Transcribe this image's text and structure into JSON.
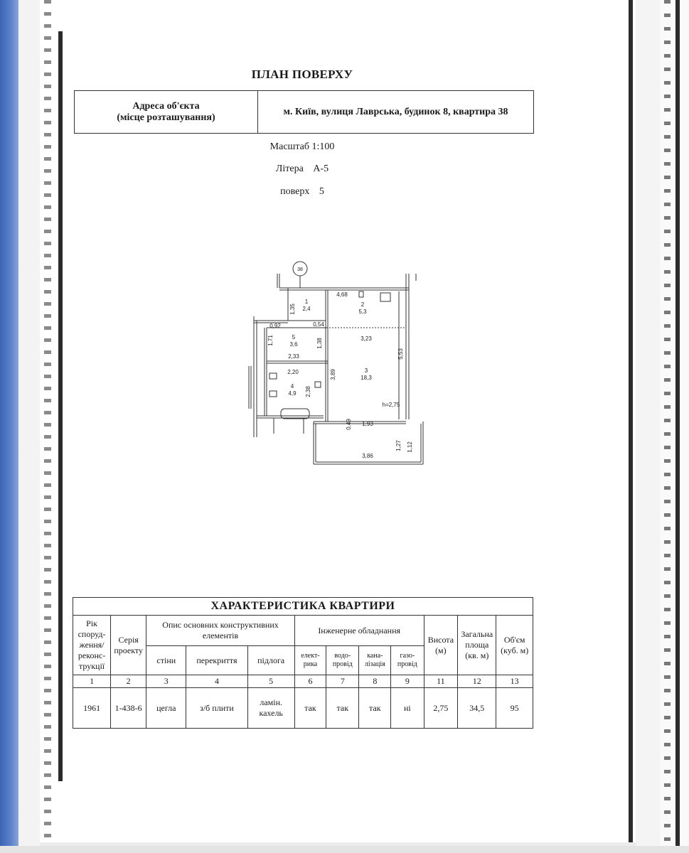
{
  "document": {
    "title": "ПЛАН ПОВЕРХУ",
    "address_label_line1": "Адреса об'єкта",
    "address_label_line2": "(місце розташування)",
    "address_value": "м. Київ, вулиця Лаврська, будинок 8, квартира 38",
    "scale_label": "Масштаб",
    "scale_value": "1:100",
    "litera_label": "Літера",
    "litera_value": "А-5",
    "floor_label": "поверх",
    "floor_value": "5"
  },
  "plan": {
    "apartment_number": "38",
    "rooms": [
      {
        "number": "1",
        "area": "2,4"
      },
      {
        "number": "2",
        "area": "5,3"
      },
      {
        "number": "3",
        "area": "18,3"
      },
      {
        "number": "4",
        "area": "4,9"
      },
      {
        "number": "5",
        "area": "3,6"
      }
    ],
    "dimensions": [
      "1,35",
      "4,68",
      "0,92",
      "0,54",
      "1,71",
      "1,38",
      "3,23",
      "5,53",
      "2,33",
      "2,20",
      "3,89",
      "2,38",
      "h=2,75",
      "0,49",
      "1,93",
      "1,27",
      "1,12",
      "3,86"
    ]
  },
  "characteristics": {
    "title": "ХАРАКТЕРИСТИКА КВАРТИРИ",
    "headers": {
      "year": [
        "Рік",
        "споруд-",
        "ження/",
        "реконс-",
        "трукції"
      ],
      "series": [
        "Серія",
        "проекту"
      ],
      "elements": [
        "Опис основних конструктивних",
        "елементів"
      ],
      "walls": "стіни",
      "floors_ceiling": "перекриття",
      "floor": "підлога",
      "engineering": "Інженерне обладнання",
      "electric": [
        "елект-",
        "рика"
      ],
      "water": [
        "водо-",
        "провід"
      ],
      "sewer": [
        "кана-",
        "лізація"
      ],
      "gas": [
        "газо-",
        "провід"
      ],
      "height": [
        "Висота",
        "(м)"
      ],
      "total_area": [
        "Загальна",
        "площа",
        "(кв. м)"
      ],
      "volume": [
        "Об'єм",
        "(куб. м)"
      ]
    },
    "column_numbers": [
      "1",
      "2",
      "3",
      "4",
      "5",
      "6",
      "7",
      "8",
      "9",
      "11",
      "12",
      "13"
    ],
    "values": {
      "year": "1961",
      "series": "1-438-6",
      "walls": "цегла",
      "floors_ceiling": "з/б плити",
      "floor": [
        "ламін.",
        "кахель"
      ],
      "electric": "так",
      "water": "так",
      "sewer": "так",
      "gas": "ні",
      "height": "2,75",
      "total_area": "34,5",
      "volume": "95"
    }
  }
}
